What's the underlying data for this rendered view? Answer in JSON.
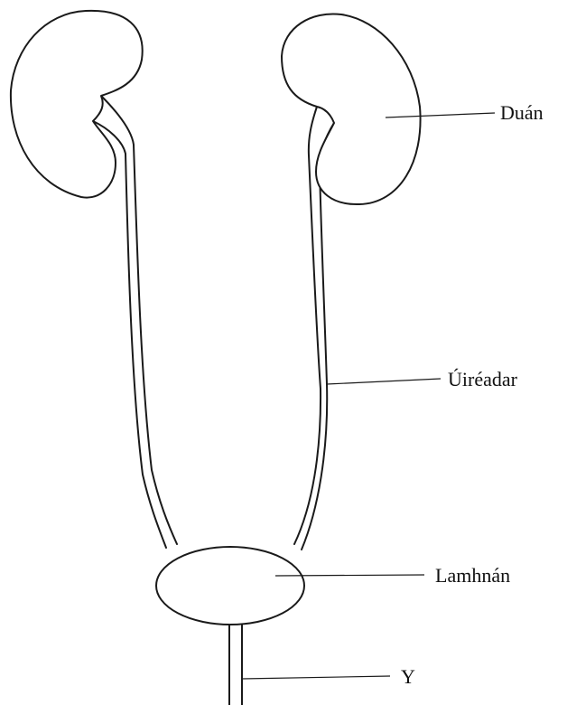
{
  "labels": {
    "kidney": "Duán",
    "ureter": "Úiréadar",
    "bladder": "Lamhnán",
    "urethra": "Y"
  },
  "colors": {
    "stroke": "#1a1a1a",
    "fill": "#ffffff",
    "background": "#ffffff"
  }
}
